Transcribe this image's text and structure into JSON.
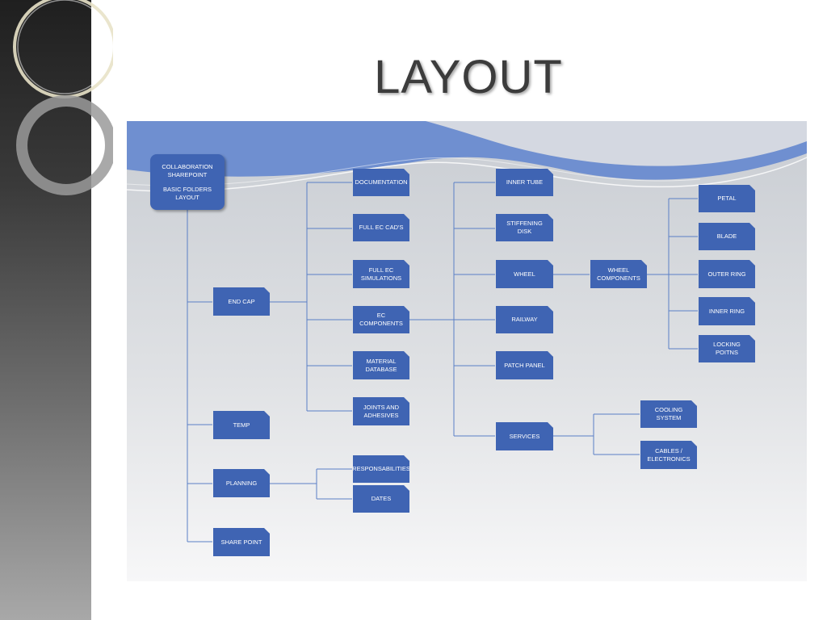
{
  "slide": {
    "title": "LAYOUT"
  },
  "colors": {
    "node_fill": "#3f64b3",
    "connector": "#5a7fc6",
    "wave_blue": "#6f8fd0",
    "sidebar_dark": "#1f1f1f"
  },
  "diagram": {
    "root": {
      "line1": "COLLABORATION",
      "line2": "SHAREPOINT",
      "line3": "BASIC FOLDERS LAYOUT"
    },
    "level1": {
      "end_cap": "END CAP",
      "temp": "TEMP",
      "planning": "PLANNING",
      "share_point": "SHARE POINT"
    },
    "end_cap_children": {
      "documentation": "DOCUMENTATION",
      "full_ec_cads": "FULL EC CAD'S",
      "full_ec_simulations": "FULL EC SIMULATIONS",
      "ec_components": "EC COMPONENTS",
      "material_database": "MATERIAL DATABASE",
      "joints_and_adhesives": "JOINTS AND ADHESIVES"
    },
    "planning_children": {
      "responsabilities": "RESPONSABILITIES",
      "dates": "DATES"
    },
    "ec_components_children": {
      "inner_tube": "INNER TUBE",
      "stiffening_disk": "STIFFENING DISK",
      "wheel": "WHEEL",
      "railway": "RAILWAY",
      "patch_panel": "PATCH PANEL",
      "services": "SERVICES"
    },
    "wheel_children": {
      "wheel_components": "WHEEL COMPONENTS"
    },
    "wheel_components_children": {
      "petal": "PETAL",
      "blade": "BLADE",
      "outer_ring": "OUTER RING",
      "inner_ring": "INNER RING",
      "locking_poitns": "LOCKING POITNS"
    },
    "services_children": {
      "cooling_system": "COOLING SYSTEM",
      "cables_electronics": "CABLES / ELECTRONICS"
    }
  }
}
